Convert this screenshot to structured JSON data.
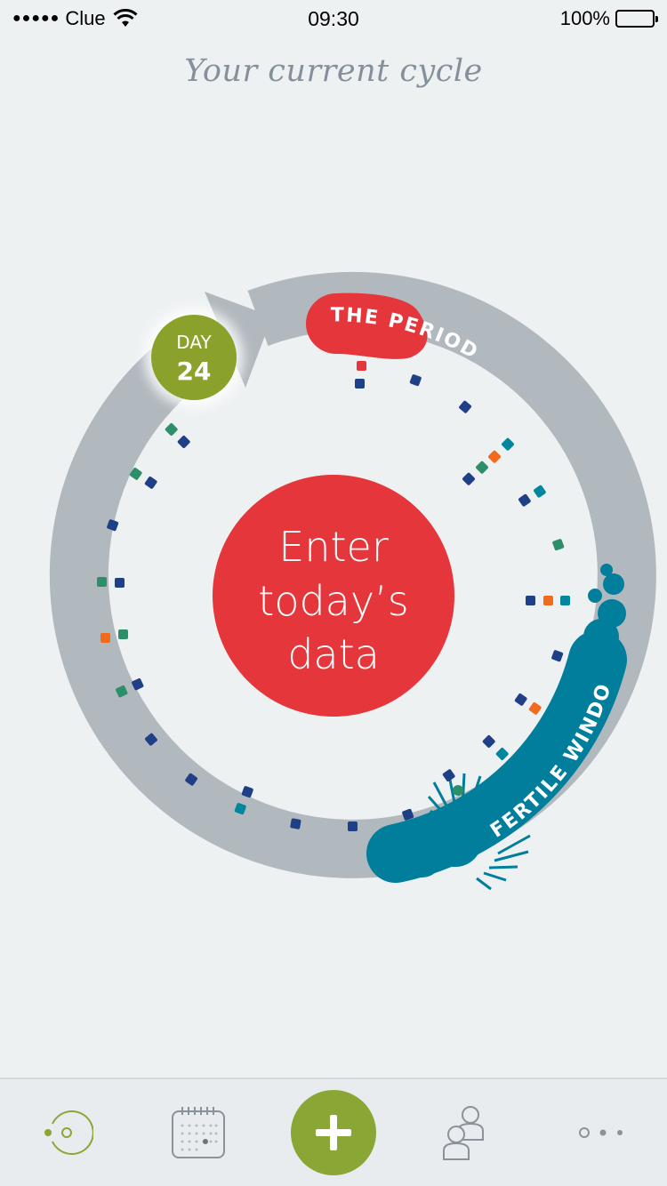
{
  "status_bar": {
    "signal_dots": "●●●●●",
    "carrier": "Clue",
    "time": "09:30",
    "battery": "100%"
  },
  "header": {
    "title": "Your current cycle"
  },
  "cycle": {
    "day_label": "DAY",
    "day_number": "24",
    "period_label": "THE PERIOD",
    "fertile_label": "FERTILE WINDOW",
    "enter_line1": "Enter",
    "enter_line2": "today’s",
    "enter_line3": "data",
    "colors": {
      "ring": "#b1b8be",
      "period": "#e5363b",
      "fertile": "#007e9c",
      "day_badge": "#8aa12b",
      "enter": "#e5363b",
      "dot_navy": "#1f3f86",
      "dot_green": "#2c8f6a",
      "dot_orange": "#f26a1b",
      "dot_teal": "#00879d",
      "dot_red": "#e5363b"
    }
  },
  "tabbar": {
    "icons": [
      "cycle-icon",
      "calendar-icon",
      "add-icon",
      "profile-icon",
      "more-icon"
    ],
    "accent": "#8aa635"
  }
}
